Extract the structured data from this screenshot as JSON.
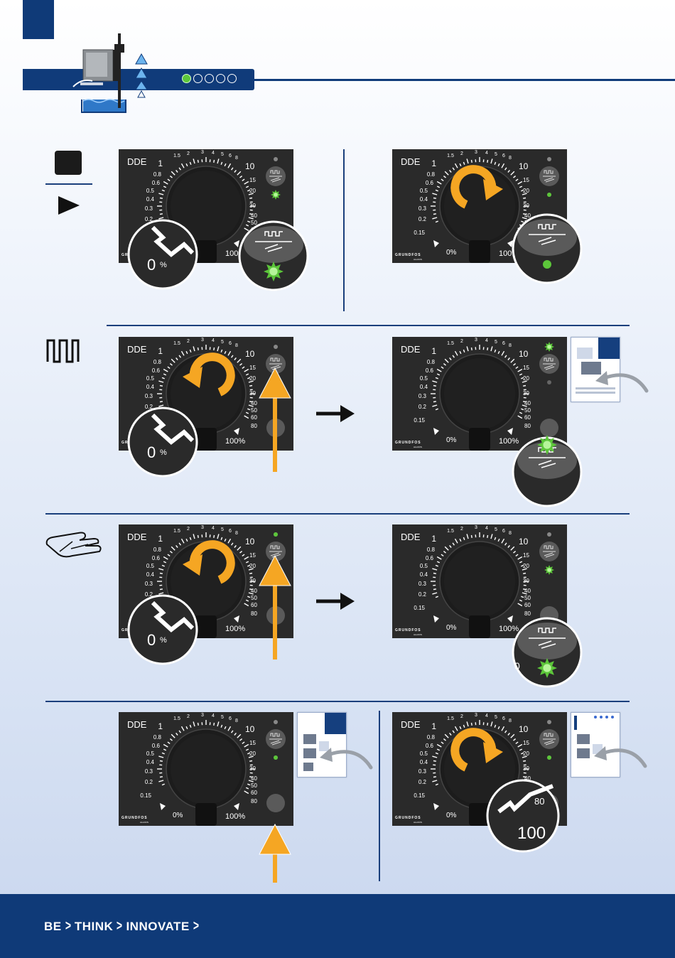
{
  "footer": {
    "tagline": [
      "BE",
      "THINK",
      "INNOVATE"
    ]
  },
  "progress": {
    "total": 5,
    "active": 1
  },
  "dial": {
    "model": "DDE",
    "brand": "GRUNDFOS",
    "sub_brand": "ALLDOS",
    "left_scale": [
      "1",
      "0.8",
      "0.6",
      "0.5",
      "0.4",
      "0.3",
      "0.2",
      "0.15"
    ],
    "top_scale": [
      "1.5",
      "2",
      "3",
      "4",
      "5",
      "6",
      "8"
    ],
    "right_scale": [
      "10",
      "15",
      "20",
      "30",
      "40",
      "50",
      "60",
      "80"
    ],
    "min_label": "0%",
    "max_label": "100%",
    "zoom_value_low": "0",
    "zoom_value_80": "80",
    "zoom_value_100": "100"
  },
  "colors": {
    "navy": "#0f3a78",
    "panel": "#2a2a2a",
    "orange": "#f5a623",
    "green": "#5cc63a"
  },
  "icons": {
    "stop": "stop-square-icon",
    "start": "play-triangle-icon",
    "pulse": "pulse-mode-icon",
    "manual": "manual-hand-icon",
    "arrow": "right-arrow-icon"
  }
}
